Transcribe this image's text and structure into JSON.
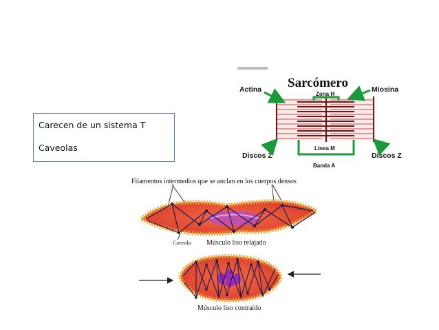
{
  "slide": {
    "textbox": {
      "line1": "Carecen de un sistema T",
      "line2": "Caveolas"
    }
  },
  "sarcomere": {
    "title": "Sarcómero",
    "labels": {
      "actina": "Actina",
      "zona_h": "Zona H",
      "miosina": "Miosina",
      "discos_z_left": "Discos Z",
      "linea_m": "Línea M",
      "discos_z_right": "Discos Z",
      "banda_a": "Banda A"
    },
    "colors": {
      "arrow": "#1a9a3a",
      "myosin": "#8b1a1a",
      "actin": "#c05050"
    }
  },
  "smooth_muscle": {
    "filaments_caption": "Filamentos intermedios que se anclan en los cuerpos densos",
    "caveola_label": "Caveola",
    "relaxed_caption": "Músculo liso relajado",
    "contracted_caption": "Músculo liso contraído",
    "colors": {
      "cell": "#e8553a",
      "border": "#f2a12a",
      "nucleus": "#9b3bb0"
    }
  }
}
